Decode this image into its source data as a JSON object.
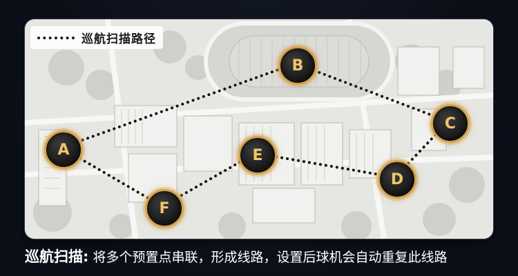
{
  "legend": {
    "label": "巡航扫描路径"
  },
  "caption": {
    "title": "巡航扫描:",
    "text": " 将多个预置点串联，形成线路，设置后球机会自动重复此线路"
  },
  "colors": {
    "node_ring": "#d4a24c",
    "node_label": "#f2c56a",
    "route_dots": "#111111",
    "background": "#0b0f18"
  },
  "nodes": [
    {
      "id": "a",
      "label": "A"
    },
    {
      "id": "b",
      "label": "B"
    },
    {
      "id": "c",
      "label": "C"
    },
    {
      "id": "d",
      "label": "D"
    },
    {
      "id": "e",
      "label": "E"
    },
    {
      "id": "f",
      "label": "F"
    }
  ],
  "route": [
    "a",
    "b",
    "c",
    "d",
    "e",
    "f",
    "a"
  ]
}
